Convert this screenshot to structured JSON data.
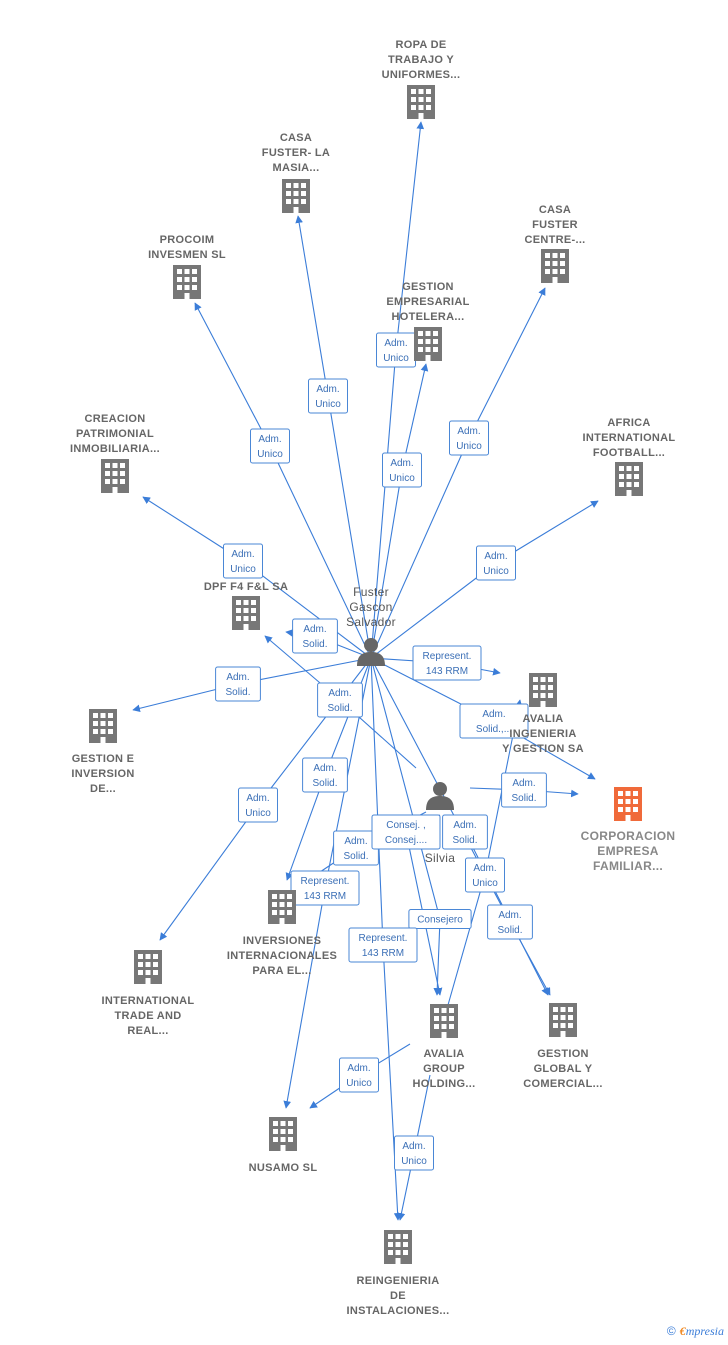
{
  "colors": {
    "edge": "#3b7dd8",
    "building": "#777777",
    "focus": "#f06a3a",
    "person": "#666666"
  },
  "nodes": [
    {
      "id": "ropa",
      "type": "company",
      "label": [
        "ROPA DE",
        "TRABAJO Y",
        "UNIFORMES..."
      ]
    },
    {
      "id": "casa_masia",
      "type": "company",
      "label": [
        "CASA",
        "FUSTER- LA",
        "MASIA..."
      ]
    },
    {
      "id": "procoim",
      "type": "company",
      "label": [
        "PROCOIM",
        "INVESMEN  SL"
      ]
    },
    {
      "id": "casa_centre",
      "type": "company",
      "label": [
        "CASA",
        "FUSTER",
        "CENTRE-..."
      ]
    },
    {
      "id": "gestion_emp",
      "type": "company",
      "label": [
        "GESTION",
        "EMPRESARIAL",
        "HOTELERA..."
      ]
    },
    {
      "id": "creacion",
      "type": "company",
      "label": [
        "CREACION",
        "PATRIMONIAL",
        "INMOBILIARIA..."
      ]
    },
    {
      "id": "africa",
      "type": "company",
      "label": [
        "AFRICA",
        "INTERNATIONAL",
        "FOOTBALL..."
      ]
    },
    {
      "id": "dpf",
      "type": "company",
      "label": [
        "DPF F4 F&L SA"
      ]
    },
    {
      "id": "fuster",
      "type": "person",
      "label": [
        "Fuster",
        "Gascon",
        "Salvador"
      ]
    },
    {
      "id": "avalia_ing",
      "type": "company",
      "label": [
        "AVALIA",
        "INGENIERIA",
        "Y GESTION SA"
      ]
    },
    {
      "id": "gestion_inv",
      "type": "company",
      "label": [
        "GESTION E",
        "INVERSION",
        "DE..."
      ]
    },
    {
      "id": "silvia",
      "type": "person",
      "label": [
        "Silvia"
      ]
    },
    {
      "id": "corporacion",
      "type": "focus",
      "label": [
        "CORPORACION",
        "EMPRESA",
        "FAMILIAR..."
      ]
    },
    {
      "id": "inversiones",
      "type": "company",
      "label": [
        "INVERSIONES",
        "INTERNACIONALES",
        "PARA EL..."
      ]
    },
    {
      "id": "international",
      "type": "company",
      "label": [
        "INTERNATIONAL",
        "TRADE AND",
        "REAL..."
      ]
    },
    {
      "id": "avalia_group",
      "type": "company",
      "label": [
        "AVALIA",
        "GROUP",
        "HOLDING..."
      ]
    },
    {
      "id": "gestion_global",
      "type": "company",
      "label": [
        "GESTION",
        "GLOBAL Y",
        "COMERCIAL..."
      ]
    },
    {
      "id": "nusamo",
      "type": "company",
      "label": [
        "NUSAMO SL"
      ]
    },
    {
      "id": "reingenieria",
      "type": "company",
      "label": [
        "REINGENIERIA",
        "DE",
        "INSTALACIONES..."
      ]
    }
  ],
  "edges": [
    {
      "from": "fuster",
      "to": "ropa",
      "label": [
        "Adm.",
        "Unico"
      ]
    },
    {
      "from": "fuster",
      "to": "casa_masia",
      "label": [
        "Adm.",
        "Unico"
      ]
    },
    {
      "from": "fuster",
      "to": "procoim",
      "label": [
        "Adm.",
        "Unico"
      ]
    },
    {
      "from": "fuster",
      "to": "gestion_emp",
      "label": [
        "Adm.",
        "Unico"
      ]
    },
    {
      "from": "fuster",
      "to": "casa_centre",
      "label": [
        "Adm.",
        "Unico"
      ]
    },
    {
      "from": "fuster",
      "to": "creacion",
      "label": [
        "Adm.",
        "Unico"
      ]
    },
    {
      "from": "fuster",
      "to": "africa",
      "label": [
        "Adm.",
        "Unico"
      ]
    },
    {
      "from": "fuster",
      "to": "dpf",
      "label": [
        "Adm.",
        "Solid."
      ]
    },
    {
      "from": "fuster",
      "to": "gestion_inv",
      "label": [
        "Adm.",
        "Solid."
      ]
    },
    {
      "from": "fuster",
      "to": "avalia_ing",
      "label": [
        "Represent.",
        "143 RRM"
      ]
    },
    {
      "from": "fuster",
      "to": "corporacion",
      "label": [
        "Adm.",
        "Solid.,..."
      ]
    },
    {
      "from": "fuster",
      "to": "international",
      "label": [
        "Adm.",
        "Unico"
      ]
    },
    {
      "from": "fuster",
      "to": "inversiones",
      "label": [
        "Adm.",
        "Solid."
      ]
    },
    {
      "from": "fuster",
      "to": "nusamo",
      "label": [
        "Represent.",
        "143 RRM"
      ]
    },
    {
      "from": "fuster",
      "to": "avalia_group",
      "label": [
        "Consejero"
      ]
    },
    {
      "from": "fuster",
      "to": "reingenieria",
      "label": [
        "Represent.",
        "143 RRM"
      ]
    },
    {
      "from": "fuster",
      "to": "gestion_global",
      "label": [
        "Adm.",
        "Solid."
      ]
    },
    {
      "from": "silvia",
      "to": "dpf",
      "label": [
        "Adm.",
        "Solid."
      ]
    },
    {
      "from": "silvia",
      "to": "corporacion",
      "label": [
        "Adm.",
        "Solid."
      ]
    },
    {
      "from": "silvia",
      "to": "inversiones",
      "label": [
        "Adm.",
        "Solid."
      ]
    },
    {
      "from": "silvia",
      "to": "avalia_group",
      "label": [
        "Consej. ,",
        "Consej...."
      ]
    },
    {
      "from": "silvia",
      "to": "gestion_global",
      "label": [
        "Adm.",
        "Solid."
      ]
    },
    {
      "from": "avalia_group",
      "to": "avalia_ing",
      "label": [
        "Adm.",
        "Unico"
      ]
    },
    {
      "from": "avalia_group",
      "to": "nusamo",
      "label": [
        "Adm.",
        "Unico"
      ]
    },
    {
      "from": "avalia_group",
      "to": "reingenieria",
      "label": [
        "Adm.",
        "Unico"
      ]
    }
  ],
  "credit": {
    "symbol": "©",
    "brand_initial": "€",
    "brand_rest": "mpresia"
  }
}
